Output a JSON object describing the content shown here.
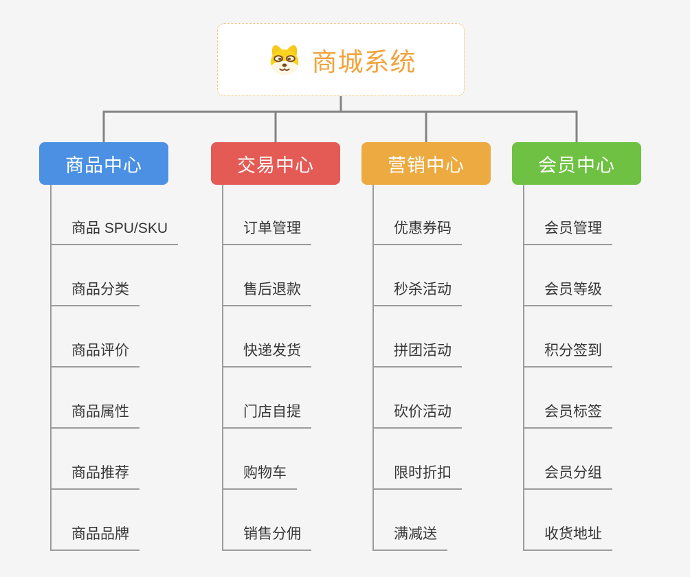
{
  "page": {
    "background_color": "#f5f5f6"
  },
  "root": {
    "title": "商城系统",
    "icon": "shiba-dog-face-icon",
    "title_color": "#f0a43e",
    "border_color": "#efb863",
    "background": "#ffffff"
  },
  "lines": {
    "connector_color": "#838383",
    "leaf_line_color": "#9b9b9b"
  },
  "branches": [
    {
      "label": "商品中心",
      "color": "#4b90e2",
      "items": [
        "商品 SPU/SKU",
        "商品分类",
        "商品评价",
        "商品属性",
        "商品推荐",
        "商品品牌"
      ]
    },
    {
      "label": "交易中心",
      "color": "#e45b55",
      "items": [
        "订单管理",
        "售后退款",
        "快递发货",
        "门店自提",
        "购物车",
        "销售分佣"
      ]
    },
    {
      "label": "营销中心",
      "color": "#ecaa40",
      "items": [
        "优惠券码",
        "秒杀活动",
        "拼团活动",
        "砍价活动",
        "限时折扣",
        "满减送"
      ]
    },
    {
      "label": "会员中心",
      "color": "#6ec142",
      "items": [
        "会员管理",
        "会员等级",
        "积分签到",
        "会员标签",
        "会员分组",
        "收货地址"
      ]
    }
  ]
}
